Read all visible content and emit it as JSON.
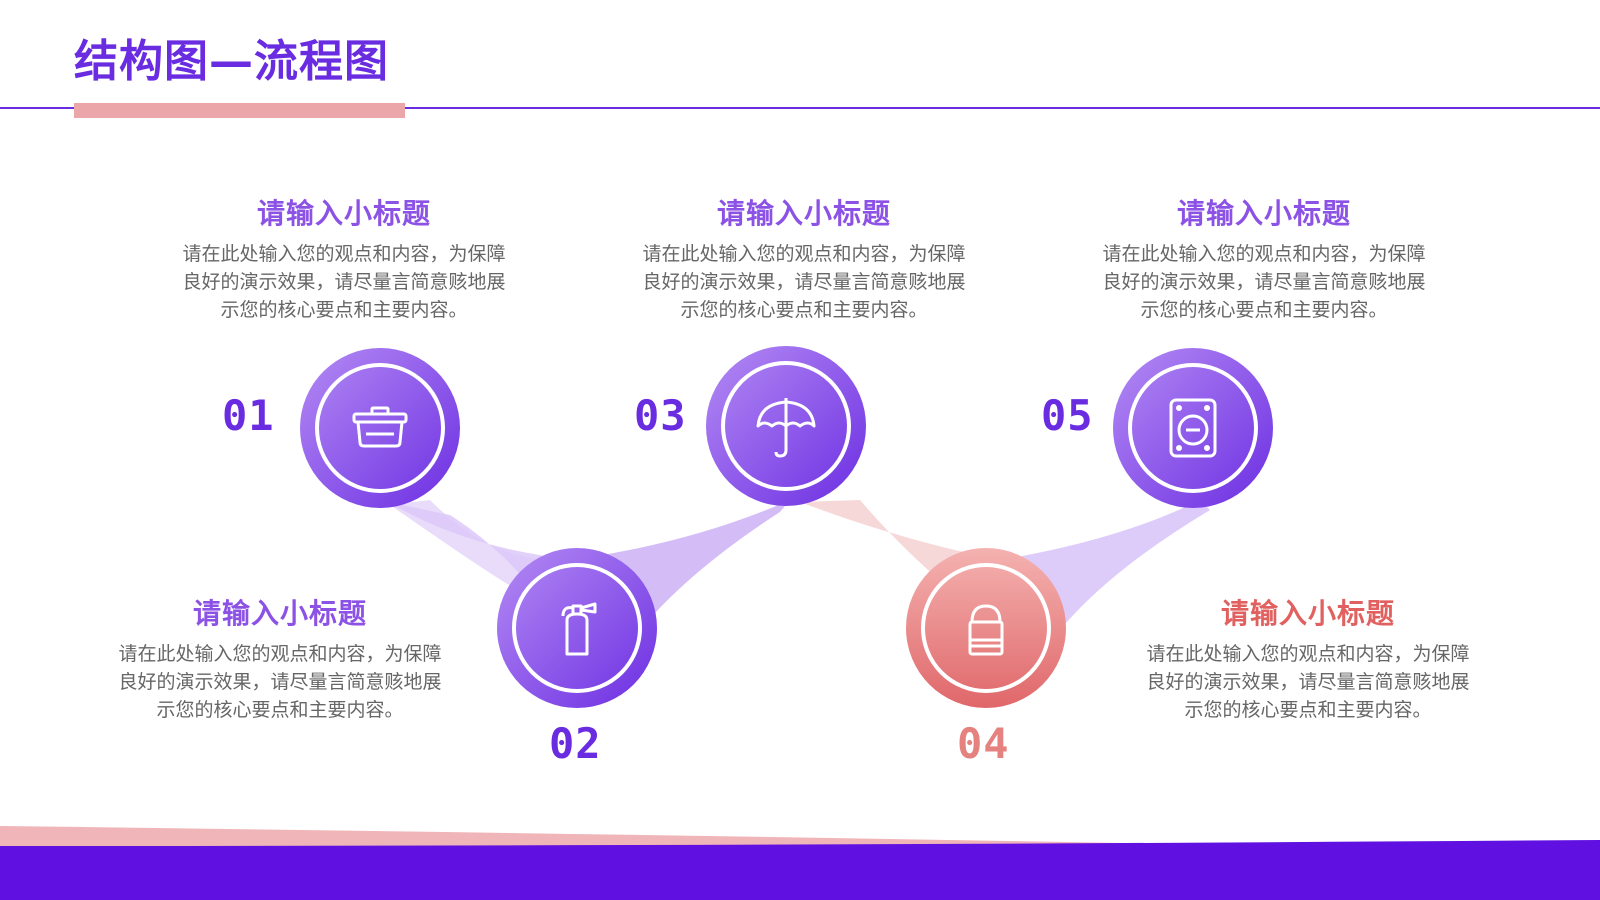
{
  "page": {
    "title": "结构图—流程图"
  },
  "colors": {
    "accent": "#6a2ce0",
    "accent_light": "#a77cf0",
    "pink": "#eaa6a8",
    "pink_dark": "#e0615f",
    "text_gray": "#666666"
  },
  "steps": [
    {
      "number": "01",
      "subtitle": "请输入小标题",
      "desc_lines": [
        "请在此处输入您的观点和内容，为保障",
        "良好的演示效果，请尽量言简意赅地展",
        "示您的核心要点和主要内容。"
      ],
      "icon": "lunchbox-icon",
      "color": "purple"
    },
    {
      "number": "02",
      "subtitle": "请输入小标题",
      "desc_lines": [
        "请在此处输入您的观点和内容，为保障",
        "良好的演示效果，请尽量言简意赅地展",
        "示您的核心要点和主要内容。"
      ],
      "icon": "fire-extinguisher-icon",
      "color": "purple"
    },
    {
      "number": "03",
      "subtitle": "请输入小标题",
      "desc_lines": [
        "请在此处输入您的观点和内容，为保障",
        "良好的演示效果，请尽量言简意赅地展",
        "示您的核心要点和主要内容。"
      ],
      "icon": "umbrella-icon",
      "color": "purple"
    },
    {
      "number": "04",
      "subtitle": "请输入小标题",
      "desc_lines": [
        "请在此处输入您的观点和内容，为保障",
        "良好的演示效果，请尽量言简意赅地展",
        "示您的核心要点和主要内容。"
      ],
      "icon": "towel-icon",
      "color": "pink"
    },
    {
      "number": "05",
      "subtitle": "请输入小标题",
      "desc_lines": [
        "请在此处输入您的观点和内容，为保障",
        "良好的演示效果，请尽量言简意赅地展",
        "示您的核心要点和主要内容。"
      ],
      "icon": "washing-machine-icon",
      "color": "purple"
    }
  ]
}
